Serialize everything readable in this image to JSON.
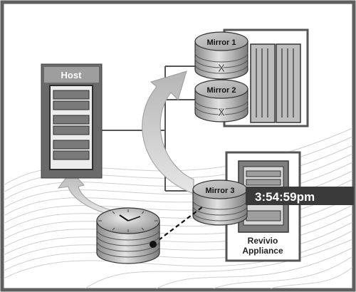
{
  "host": {
    "label": "Host"
  },
  "mirrors": [
    {
      "label": "Mirror 1"
    },
    {
      "label": "Mirror 2"
    },
    {
      "label": "Mirror 3"
    }
  ],
  "appliance": {
    "label_line1": "Revivio",
    "label_line2": "Appliance"
  },
  "timestamp": {
    "text": "3:54:59pm"
  },
  "colors": {
    "frame": "#5f5f5f",
    "dark_gray": "#555555",
    "mid_gray": "#9a9a9a",
    "light_gray": "#d9d9d9",
    "arrow_gray": "#c8c8c8",
    "timestamp_bg": "#3a3a3a",
    "timestamp_text": "#ffffff"
  }
}
